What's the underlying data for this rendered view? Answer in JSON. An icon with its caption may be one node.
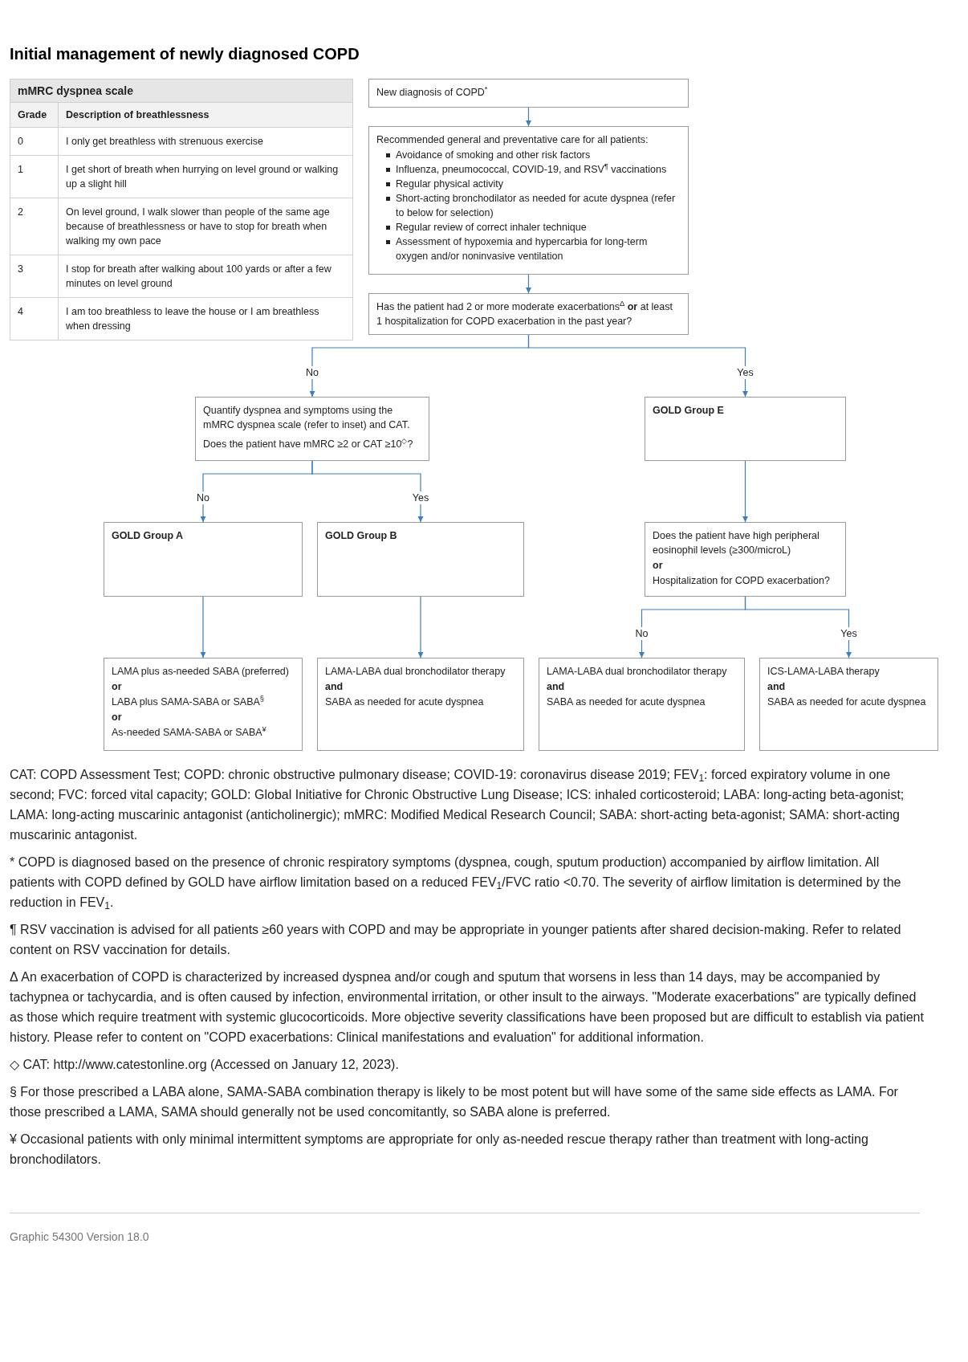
{
  "diagram": {
    "title": "Initial management of newly diagnosed COPD",
    "nodes": [
      {
        "text": [
          "New diagnosis of COPD$^{*}$"
        ]
      },
      {
        "text": [
          "Recommended general and preventative care for all patients:",
          "Avoidance of smoking and other risk factors",
          "Influenza, pneumococcal, COVID-19, and RSV$^{¶}$ vaccinations",
          "Regular physical activity",
          "Short-acting bronchodilator as needed for acute dyspnea (refer to below for selection)",
          "Regular review of correct inhaler technique",
          "Assessment of hypoxemia and hypercarbia for long-term oxygen and/or noninvasive ventilation"
        ]
      },
      {
        "text": [
          "Has the patient had 2 or more moderate exacerbations$^{Δ}$ **or** at least 1 hospitalization for COPD exacerbation in the past year?"
        ]
      },
      {
        "text": [
          "Quantify dyspnea and symptoms using the mMRC dyspnea scale (refer to inset) and CAT.",
          "Does the patient have mMRC ≥2 or CAT ≥10$^{◇}$?"
        ]
      },
      {
        "text": [
          "GOLD Group E"
        ]
      },
      {
        "text": [
          "GOLD Group A"
        ]
      },
      {
        "text": [
          "GOLD Group B"
        ]
      },
      {
        "text": [
          "Does the patient have high peripheral eosinophil levels (≥300/microL)",
          "or",
          "Hospitalization for COPD exacerbation?"
        ]
      },
      {
        "text": [
          "LAMA plus as-needed SABA (preferred)",
          "or",
          "LABA plus SAMA-SABA or SABA$^{§}$",
          "or",
          "As-needed SAMA-SABA or SABA$^{¥}$"
        ]
      },
      {
        "text": [
          "LAMA-LABA dual bronchodilator therapy",
          "and",
          "SABA as needed for acute dyspnea"
        ]
      },
      {
        "text": [
          "LAMA-LABA dual bronchodilator therapy",
          "and",
          "SABA as needed for acute dyspnea"
        ]
      },
      {
        "text": [
          "ICS-LAMA-LABA therapy",
          "and",
          "SABA as needed for acute dyspnea"
        ]
      }
    ],
    "edges": [
      {
        "from": 0,
        "to": 1,
        "arrow": "to"
      },
      {
        "from": 1,
        "to": 2,
        "arrow": "to"
      },
      {
        "from": 2,
        "to": 3,
        "arrow": "to",
        "label": "No"
      },
      {
        "from": 2,
        "to": 4,
        "arrow": "to",
        "label": "Yes"
      },
      {
        "from": 3,
        "to": 5,
        "arrow": "to",
        "label": "No"
      },
      {
        "from": 3,
        "to": 6,
        "arrow": "to",
        "label": "Yes"
      },
      {
        "from": 4,
        "to": 7,
        "arrow": "to"
      },
      {
        "from": 5,
        "to": 8,
        "arrow": "to"
      },
      {
        "from": 6,
        "to": 9,
        "arrow": "to"
      },
      {
        "from": 7,
        "to": 10,
        "arrow": "to",
        "label": "No"
      },
      {
        "from": 7,
        "to": 11,
        "arrow": "to",
        "label": "Yes"
      }
    ],
    "labels": [
      "mMRC dyspnea scale",
      "Grade",
      "Description of breathlessness",
      "0",
      "I only get breathless with strenuous exercise",
      "1",
      "I get short of breath when hurrying on level ground or walking up a slight hill",
      "2",
      "On level ground, I walk slower than people of the same age because of breathlessness or have to stop for breath when walking my own pace",
      "3",
      "I stop for breath after walking about 100 yards or after a few minutes on level ground",
      "4",
      "I am too breathless to leave the house or I am breathless when dressing",
      "CAT: COPD Assessment Test; COPD: chronic obstructive pulmonary disease; COVID-19: coronavirus disease 2019; FEV$_{1}$: forced expiratory volume in one second; FVC: forced vital capacity; GOLD: Global Initiative for Chronic Obstructive Lung Disease; ICS: inhaled corticosteroid; LABA: long-acting beta-agonist; LAMA: long-acting muscarinic antagonist (anticholinergic); mMRC: Modified Medical Research Council; SABA: short-acting beta-agonist; SAMA: short-acting muscarinic antagonist.",
      "* COPD is diagnosed based on the presence of chronic respiratory symptoms (dyspnea, cough, sputum production) accompanied by airflow limitation. All patients with COPD defined by GOLD have airflow limitation based on a reduced FEV$_{1}$/FVC ratio <0.70. The severity of airflow limitation is determined by the reduction in FEV$_{1}$.",
      "¶ RSV vaccination is advised for all patients ≥60 years with COPD and may be appropriate in younger patients after shared decision-making. Refer to related content on RSV vaccination for details.",
      "Δ An exacerbation of COPD is characterized by increased dyspnea and/or cough and sputum that worsens in less than 14 days, may be accompanied by tachypnea or tachycardia, and is often caused by infection, environmental irritation, or other insult to the airways. \"Moderate exacerbations\" are typically defined as those which require treatment with systemic glucocorticoids. More objective severity classifications have been proposed but are difficult to establish via patient history. Please refer to content on \"COPD exacerbations: Clinical manifestations and evaluation\" for additional information.",
      "◇ CAT: http://www.catestonline.org (Accessed on January 12, 2023).",
      "§ For those prescribed a LABA alone, SAMA-SABA combination therapy is likely to be most potent but will have some of the same side effects as LAMA. For those prescribed a LAMA, SAMA should generally not be used concomitantly, so SABA alone is preferred.",
      "¥ Occasional patients with only minimal intermittent symptoms are appropriate for only as-needed rescue therapy rather than treatment with long-acting bronchodilators.",
      "Graphic 54300 Version 18.0"
    ]
  }
}
